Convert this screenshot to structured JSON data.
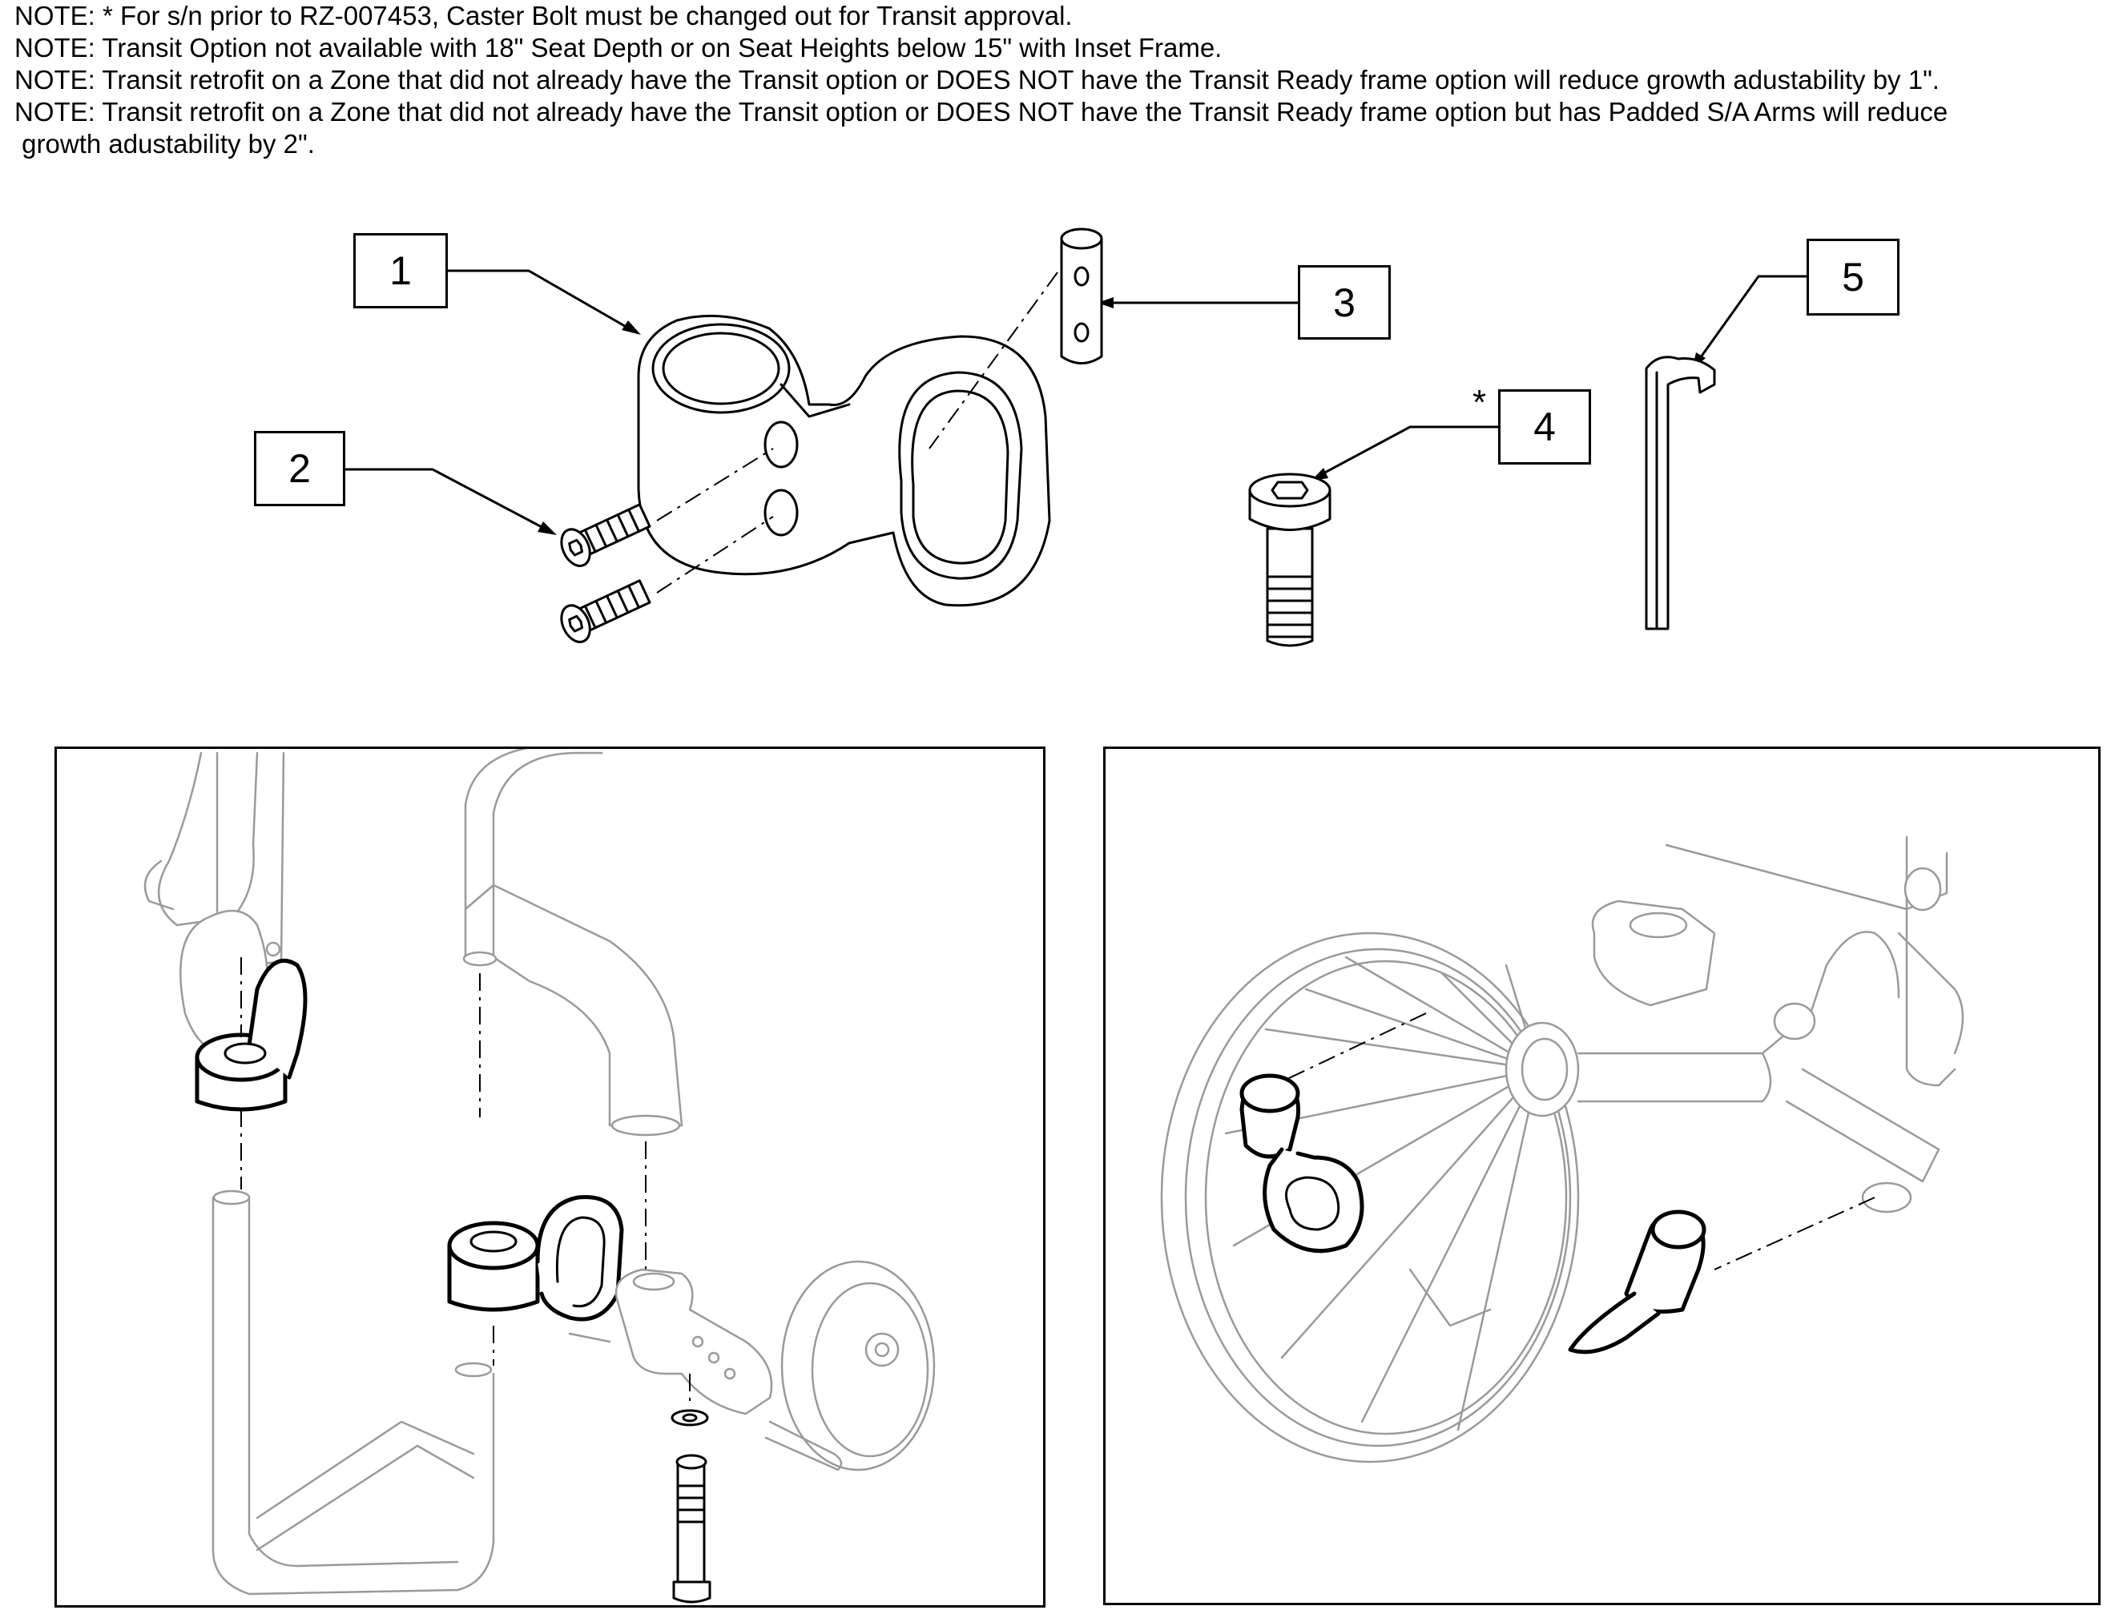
{
  "notes": [
    "NOTE: * For s/n prior to RZ-007453, Caster Bolt must be changed out for Transit approval.",
    "NOTE: Transit Option not available with 18\" Seat Depth or on Seat Heights below 15\" with Inset Frame.",
    "NOTE: Transit retrofit on a Zone that did not already have the Transit option or DOES NOT have the Transit Ready frame option will reduce growth adustability by 1\".",
    "NOTE: Transit retrofit on a Zone that did not already have the Transit option or DOES NOT have the Transit Ready frame option but has Padded S/A Arms will reduce",
    " growth adustability by 2\"."
  ],
  "callouts": {
    "c1": "1",
    "c2": "2",
    "c3": "3",
    "c4": "4",
    "c5": "5",
    "asterisk": "*"
  },
  "parts": [
    {
      "callout": "1",
      "icon": "transit-bracket-icon"
    },
    {
      "callout": "2",
      "icon": "socket-head-screw-icon"
    },
    {
      "callout": "3",
      "icon": "barrel-nut-pin-icon"
    },
    {
      "callout": "4",
      "icon": "caster-bolt-icon"
    },
    {
      "callout": "5",
      "icon": "hex-key-icon"
    }
  ],
  "panels": {
    "left": {
      "icon": "front-frame-transit-install-icon"
    },
    "right": {
      "icon": "rear-axle-transit-install-icon"
    }
  }
}
